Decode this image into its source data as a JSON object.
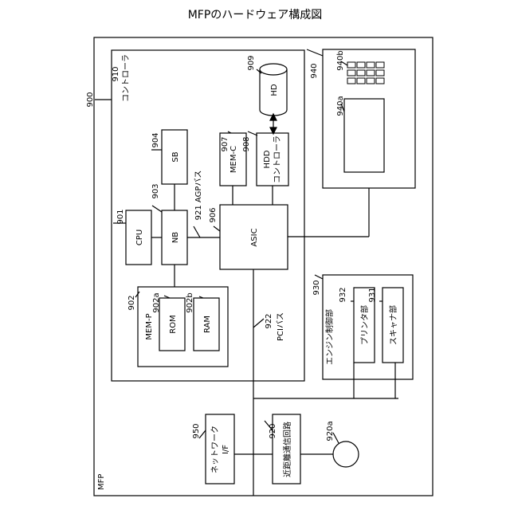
{
  "title": "MFPのハードウェア構成図",
  "mfp": {
    "ref": "900",
    "label": "MFP"
  },
  "controller": {
    "ref": "910",
    "label": "コントローラ"
  },
  "cpu": {
    "ref": "901",
    "label": "CPU"
  },
  "nb": {
    "ref": "903",
    "label": "NB"
  },
  "sb": {
    "ref": "904",
    "label": "SB"
  },
  "agp_bus": {
    "label": "921 AGPバス"
  },
  "asic": {
    "ref": "906",
    "label": "ASIC"
  },
  "memc": {
    "ref": "907",
    "label": "MEM-C"
  },
  "hddc": {
    "ref": "908",
    "label_line1": "HDD",
    "label_line2": "コントローラ"
  },
  "hd": {
    "ref": "909",
    "label": "HD"
  },
  "memp": {
    "ref": "902",
    "label": "MEM-P"
  },
  "rom": {
    "ref": "902a",
    "label": "ROM"
  },
  "ram": {
    "ref": "902b",
    "label": "RAM"
  },
  "pci_bus": {
    "ref": "922",
    "label": "PCIバス"
  },
  "panel": {
    "ref": "940",
    "keypad_ref": "940b",
    "display_ref": "940a"
  },
  "engine": {
    "ref": "930",
    "label": "エンジン制御部"
  },
  "printer": {
    "ref": "932",
    "label": "プリンタ部"
  },
  "scanner": {
    "ref": "931",
    "label": "スキャナ部"
  },
  "network": {
    "ref": "950",
    "label_line1": "ネットワーク",
    "label_line2": "I/F"
  },
  "nfc": {
    "ref": "920",
    "label": "近距離通信回路"
  },
  "antenna": {
    "ref": "920a"
  }
}
